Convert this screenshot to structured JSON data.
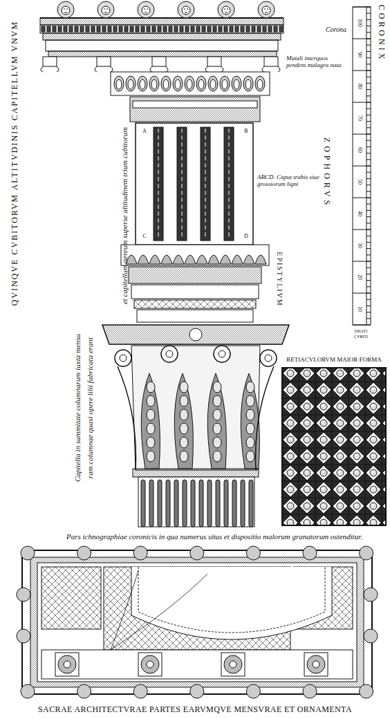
{
  "diagram": {
    "caption": "SACRAE ARCHITECTVRAE PARTES EARVMQVE MENSVRAE ET ORNAMENTA",
    "nodes": [
      {
        "text": [
          "RETIACVLORVM MAIOR FORMA"
        ]
      }
    ],
    "labels": [
      "QVINQVE CVBITORVM ALTITVDINIS CAPITELLVM VNVM",
      "CORONIX",
      "ZOPHORVS",
      "EPISTYLIVM",
      "Corona",
      "Mutuli interquos pendent malagra nata",
      "ABCD. Caput trabis siue grossiorum ligni",
      "A",
      "B",
      "C",
      "D",
      "Capitella in summitate columnarum iuxta mensu",
      "ram columnae quasi opere lilii fabricata erant",
      "et capitellum aereum superse altitudinem trium cubitorum",
      "100",
      "90",
      "80",
      "70",
      "60",
      "50",
      "40",
      "30",
      "20",
      "10",
      "DIGITI",
      "CVBITI",
      "Pars ichnographiae coronicis in qua numerus situs et dispositio malorum granatorum ostenditur."
    ]
  }
}
